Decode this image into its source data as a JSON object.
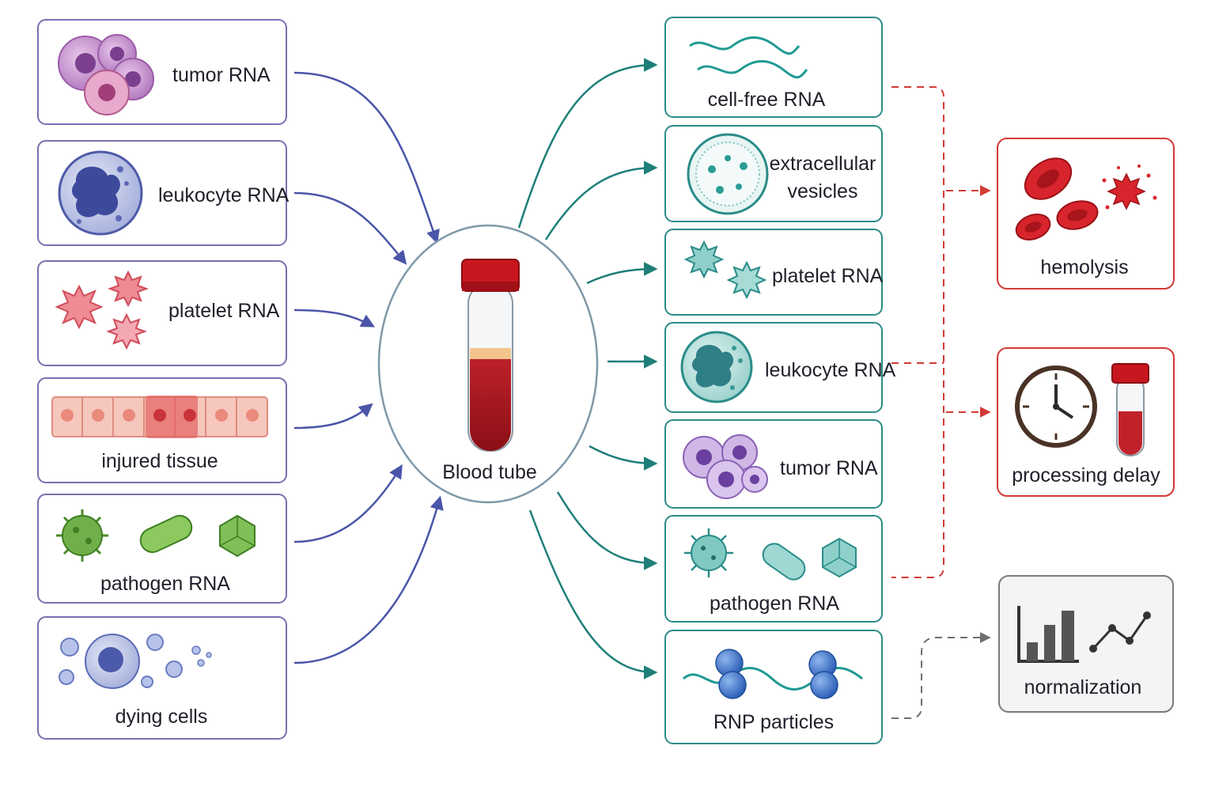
{
  "sources": [
    {
      "id": "tumor",
      "label": "tumor RNA"
    },
    {
      "id": "leukocyte",
      "label": "leukocyte RNA"
    },
    {
      "id": "platelet",
      "label": "platelet RNA"
    },
    {
      "id": "tissue",
      "label": "injured tissue"
    },
    {
      "id": "pathogen",
      "label": "pathogen RNA"
    },
    {
      "id": "dying",
      "label": "dying cells"
    }
  ],
  "center": {
    "label": "Blood tube"
  },
  "fractions": [
    {
      "id": "cfrna",
      "label": "cell-free RNA"
    },
    {
      "id": "ev",
      "label_line1": "extracellular",
      "label_line2": "vesicles"
    },
    {
      "id": "platelet",
      "label": "platelet RNA"
    },
    {
      "id": "leukocyte",
      "label": "leukocyte RNA"
    },
    {
      "id": "tumor",
      "label": "tumor RNA"
    },
    {
      "id": "pathogen",
      "label": "pathogen RNA"
    },
    {
      "id": "rnp",
      "label": "RNP particles"
    }
  ],
  "factors": [
    {
      "id": "hemolysis",
      "label": "hemolysis"
    },
    {
      "id": "delay",
      "label": "processing delay"
    },
    {
      "id": "normalization",
      "label": "normalization"
    }
  ],
  "colors": {
    "source_border": "#7b6fb3",
    "source_arrow": "#4a55a8",
    "fraction_border": "#2a8c88",
    "fraction_arrow": "#1e7f78",
    "factor_red": "#d33a36",
    "factor_gray": "#6f6f6f"
  }
}
